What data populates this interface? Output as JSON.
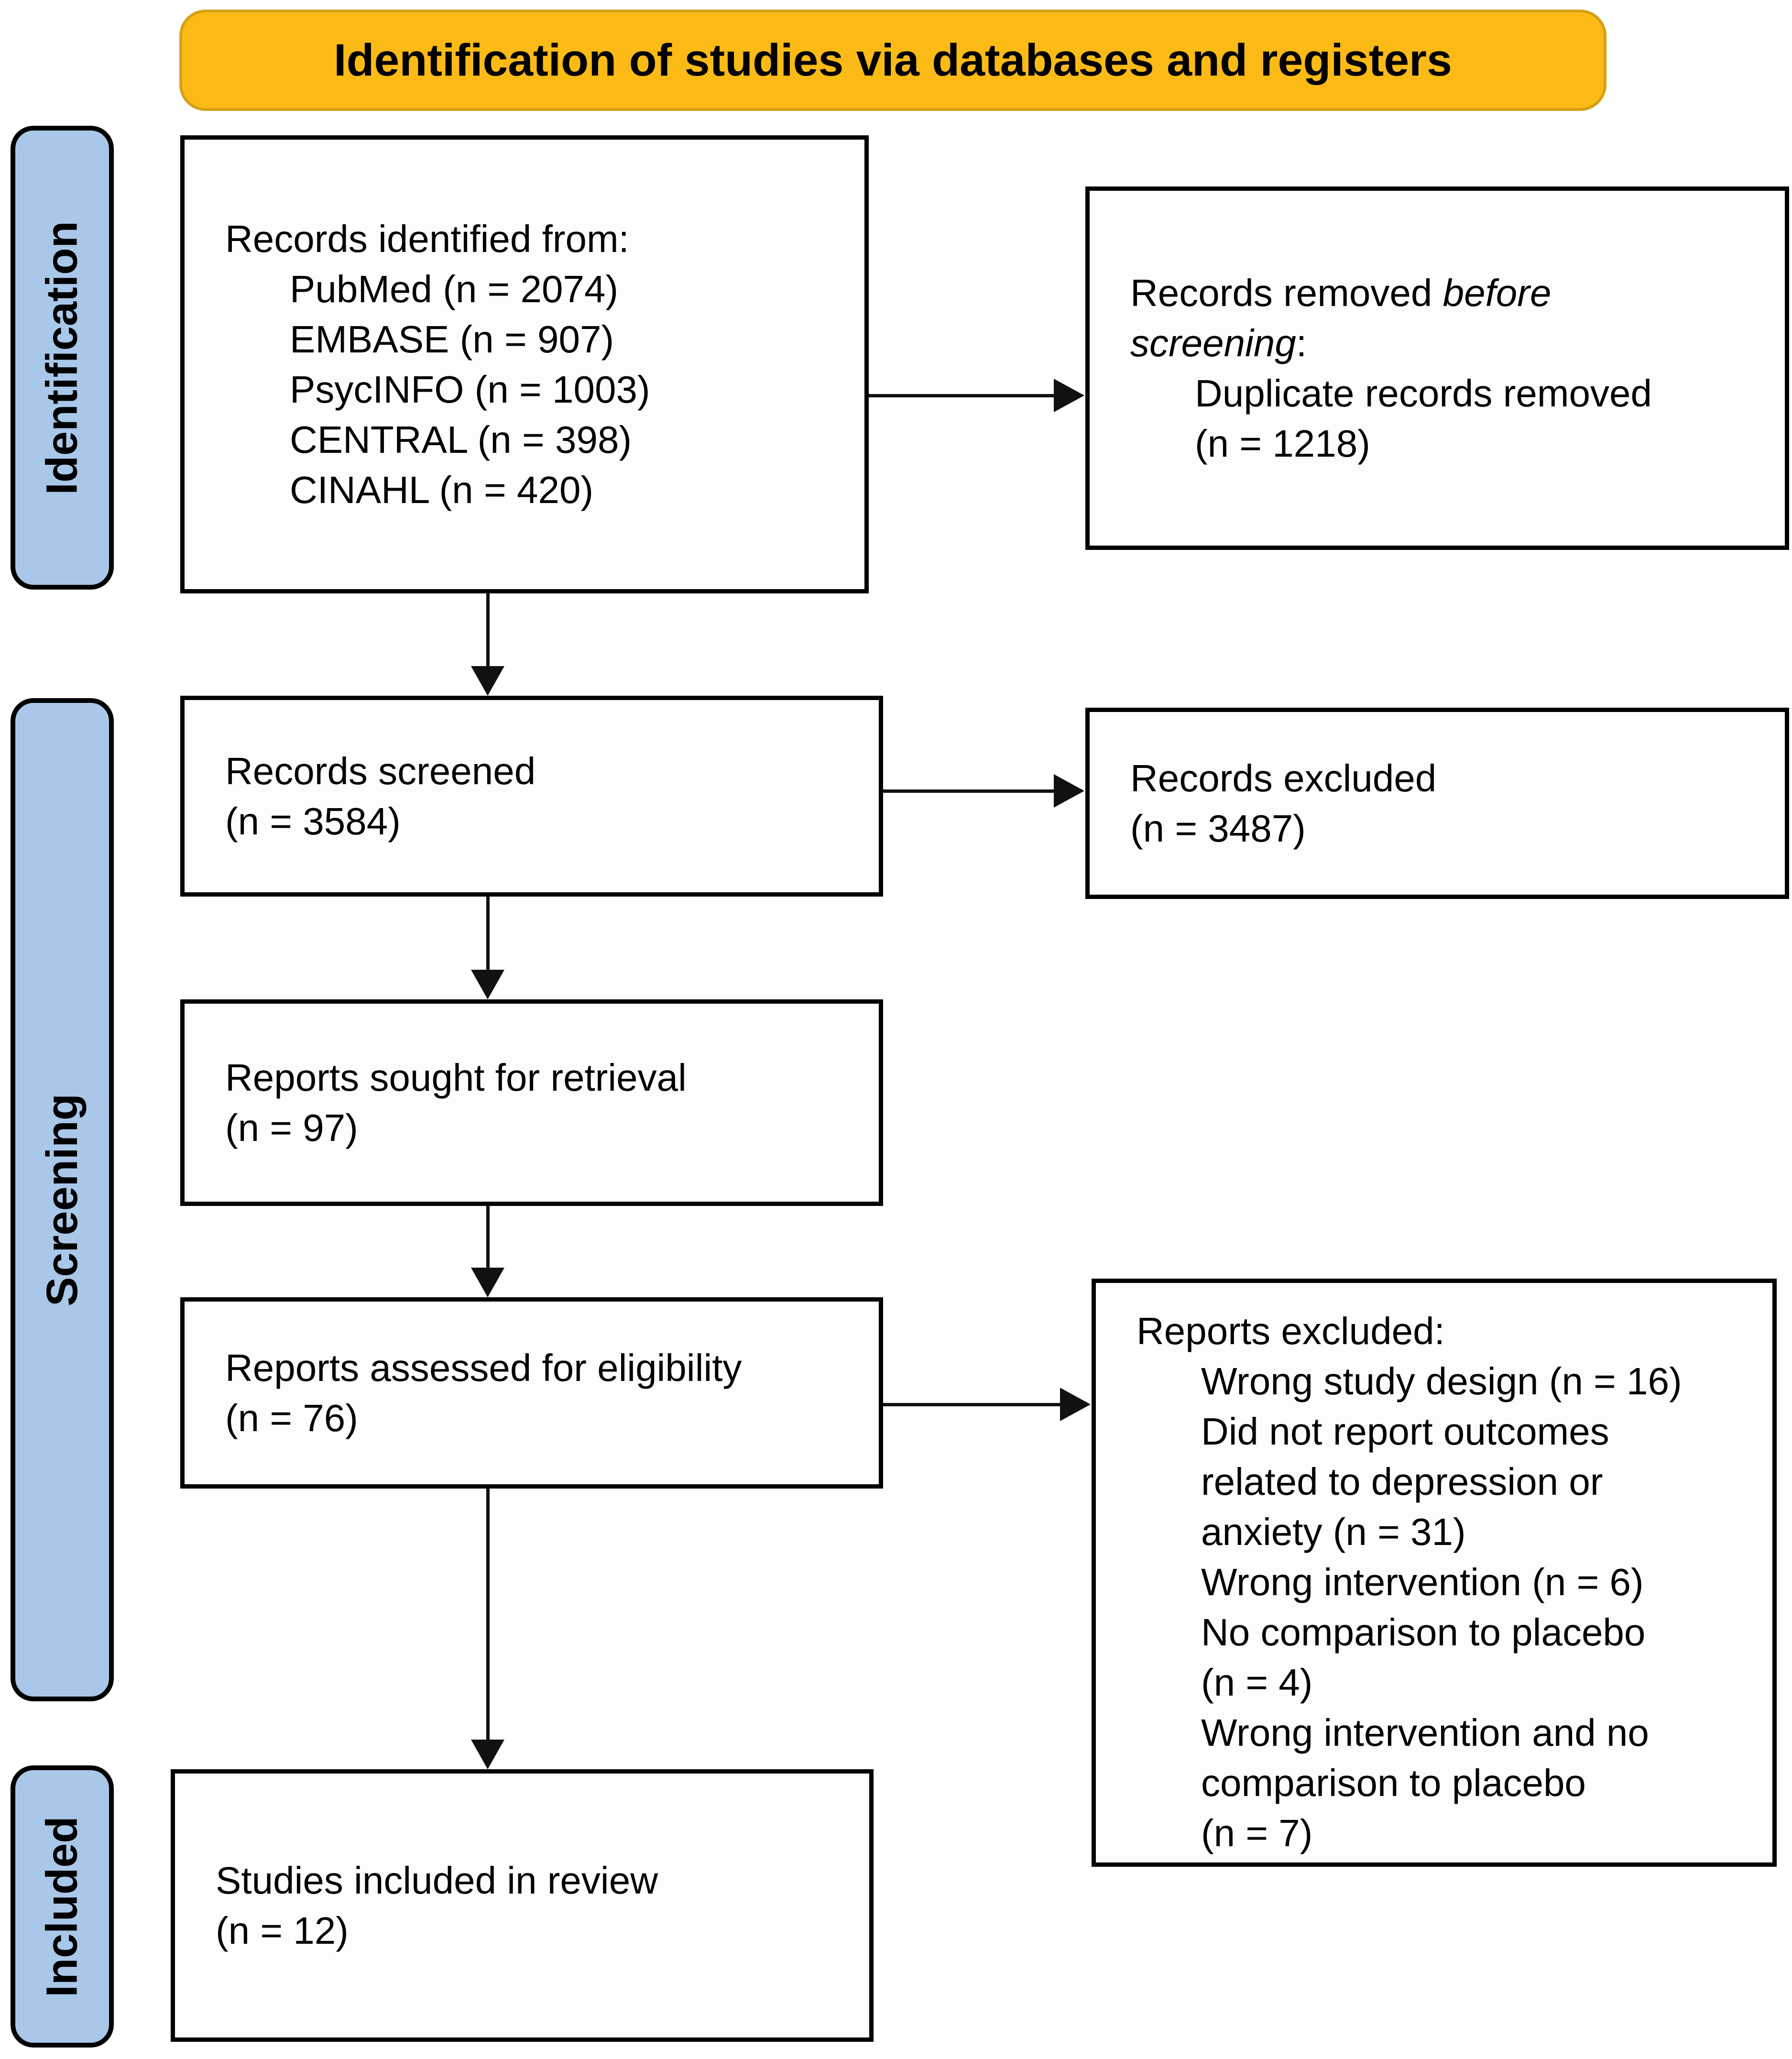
{
  "header": {
    "title": "Identification of studies via databases and registers"
  },
  "colors": {
    "banner_fill": "#FBBA16",
    "banner_border": "#D7A013",
    "stage_fill": "#A9C7E8",
    "box_border": "#000000",
    "arrow": "#111111",
    "background": "#FFFFFF"
  },
  "stages": [
    {
      "label": "Identification"
    },
    {
      "label": "Screening"
    },
    {
      "label": "Included"
    }
  ],
  "boxes": {
    "records_identified": {
      "lines": [
        {
          "text": "Records identified from:",
          "indent": 0
        },
        {
          "text": "PubMed (n = 2074)",
          "indent": 1
        },
        {
          "text": "EMBASE (n = 907)",
          "indent": 1
        },
        {
          "text": "PsycINFO (n = 1003)",
          "indent": 1
        },
        {
          "text": "CENTRAL (n = 398)",
          "indent": 1
        },
        {
          "text": "CINAHL (n = 420)",
          "indent": 1
        }
      ]
    },
    "records_removed": {
      "lines": [
        {
          "segments": [
            {
              "text": "Records removed "
            },
            {
              "text": "before",
              "italic": true
            }
          ],
          "indent": 0
        },
        {
          "segments": [
            {
              "text": "screening",
              "italic": true
            },
            {
              "text": ":"
            }
          ],
          "indent": 0
        },
        {
          "text": "Duplicate records removed",
          "indent": 1
        },
        {
          "text": "(n = 1218)",
          "indent": 1
        }
      ]
    },
    "records_screened": {
      "lines": [
        {
          "text": "Records screened",
          "indent": 0
        },
        {
          "text": "(n = 3584)",
          "indent": 0
        }
      ]
    },
    "records_excluded": {
      "lines": [
        {
          "text": "Records excluded",
          "indent": 0
        },
        {
          "text": "(n = 3487)",
          "indent": 0
        }
      ]
    },
    "reports_sought": {
      "lines": [
        {
          "text": "Reports sought for retrieval",
          "indent": 0
        },
        {
          "text": "(n = 97)",
          "indent": 0
        }
      ]
    },
    "reports_assessed": {
      "lines": [
        {
          "text": "Reports assessed for eligibility",
          "indent": 0
        },
        {
          "text": "(n = 76)",
          "indent": 0
        }
      ]
    },
    "reports_excluded": {
      "lines": [
        {
          "text": "Reports excluded:",
          "indent": 0
        },
        {
          "text": "Wrong study design (n = 16)",
          "indent": 1
        },
        {
          "text": "Did not report outcomes",
          "indent": 1
        },
        {
          "text": "related to depression or",
          "indent": 1
        },
        {
          "text": "anxiety (n = 31)",
          "indent": 1
        },
        {
          "text": "Wrong intervention (n = 6)",
          "indent": 1
        },
        {
          "text": "No comparison to placebo",
          "indent": 1
        },
        {
          "text": "(n = 4)",
          "indent": 1
        },
        {
          "text": "Wrong intervention and no",
          "indent": 1
        },
        {
          "text": "comparison to placebo",
          "indent": 1
        },
        {
          "text": "(n = 7)",
          "indent": 1
        }
      ]
    },
    "studies_included": {
      "lines": [
        {
          "text": "Studies included in review",
          "indent": 0
        },
        {
          "text": "(n = 12)",
          "indent": 0
        }
      ]
    }
  }
}
